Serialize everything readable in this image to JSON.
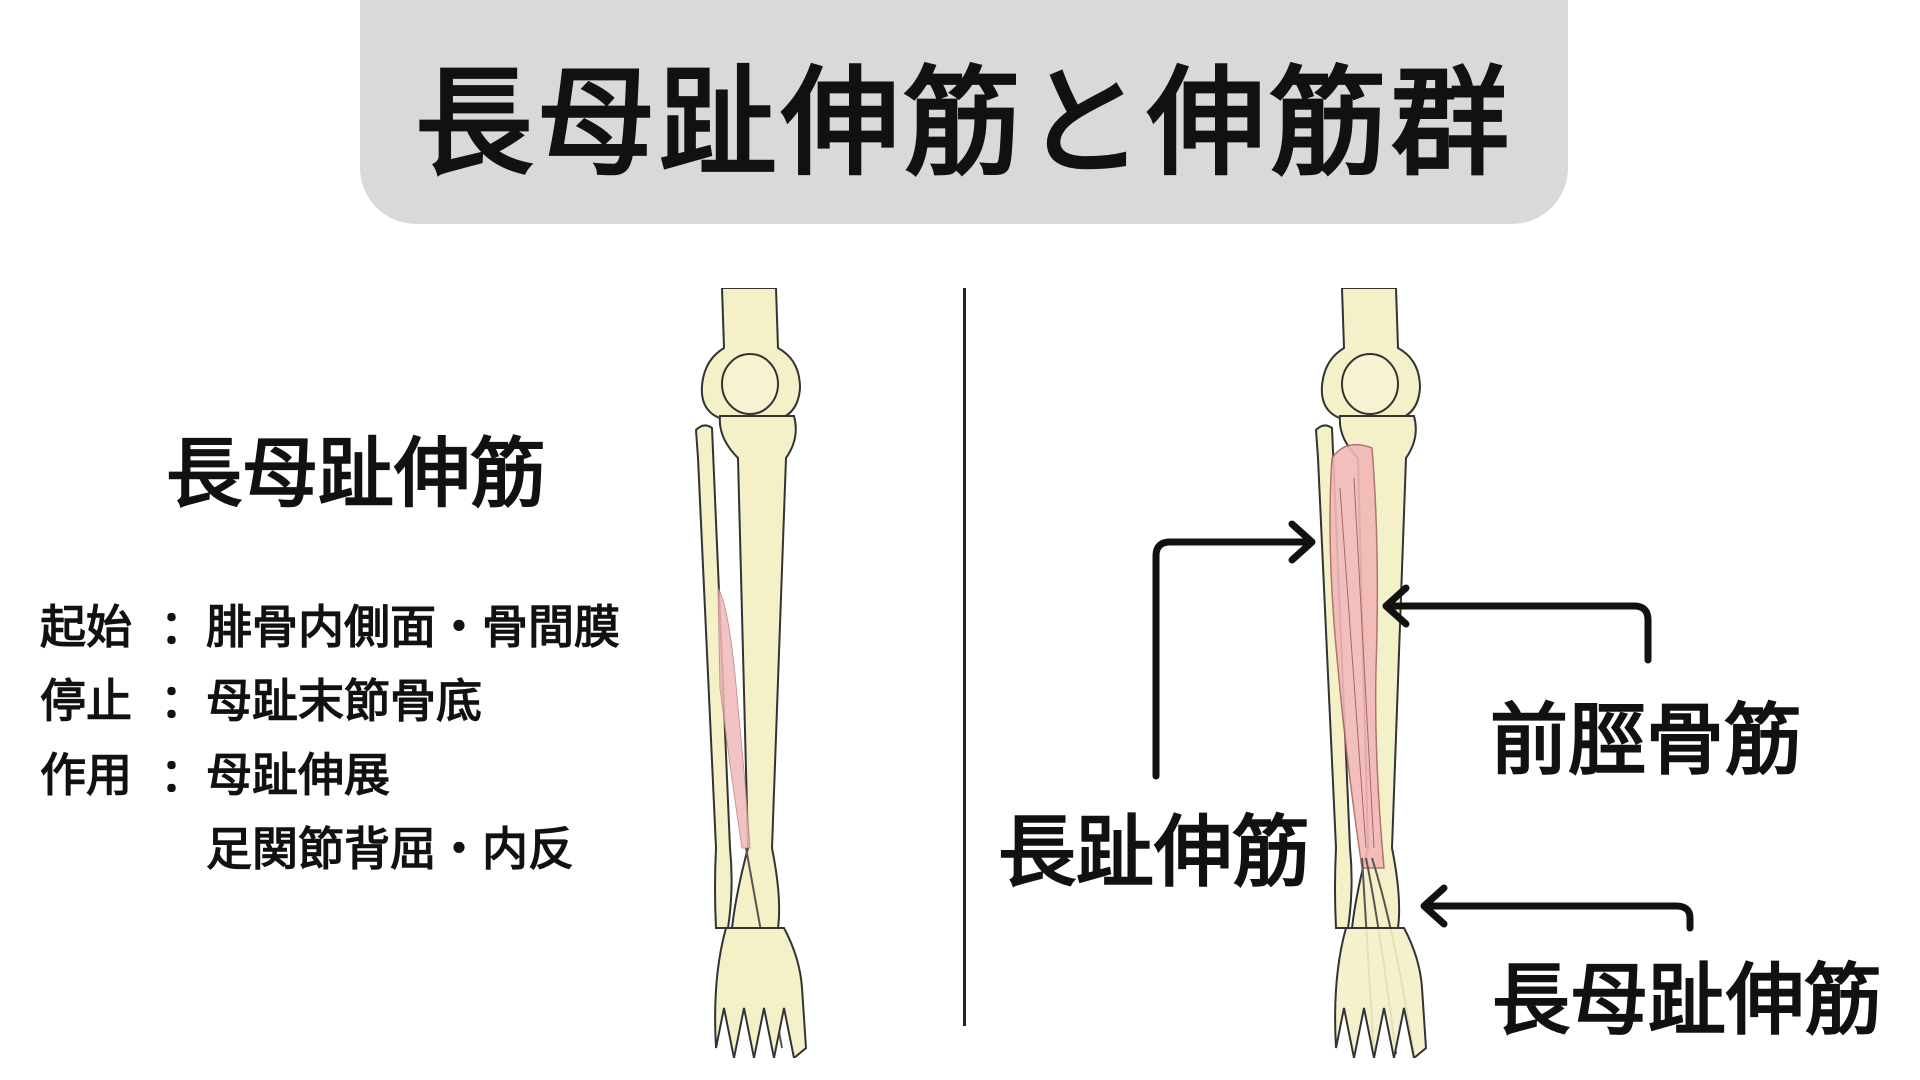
{
  "title": "長母趾伸筋と伸筋群",
  "left_panel": {
    "muscle_name": "長母趾伸筋",
    "separator": "：",
    "rows": [
      {
        "key": "起始",
        "value": "腓骨内側面・骨間膜"
      },
      {
        "key": "停止",
        "value": "母趾末節骨底"
      },
      {
        "key": "作用",
        "value": "母趾伸展"
      }
    ],
    "continuation": "足関節背屈・内反"
  },
  "right_panel": {
    "labels": {
      "tibialis_anterior": "前脛骨筋",
      "extensor_digitorum_longus": "長趾伸筋",
      "extensor_hallucis_longus": "長母趾伸筋"
    }
  },
  "colors": {
    "title_box": "#d9d9d9",
    "bone": "#f4f0c8",
    "muscle": "#f2b8b8",
    "outline": "#333333"
  }
}
